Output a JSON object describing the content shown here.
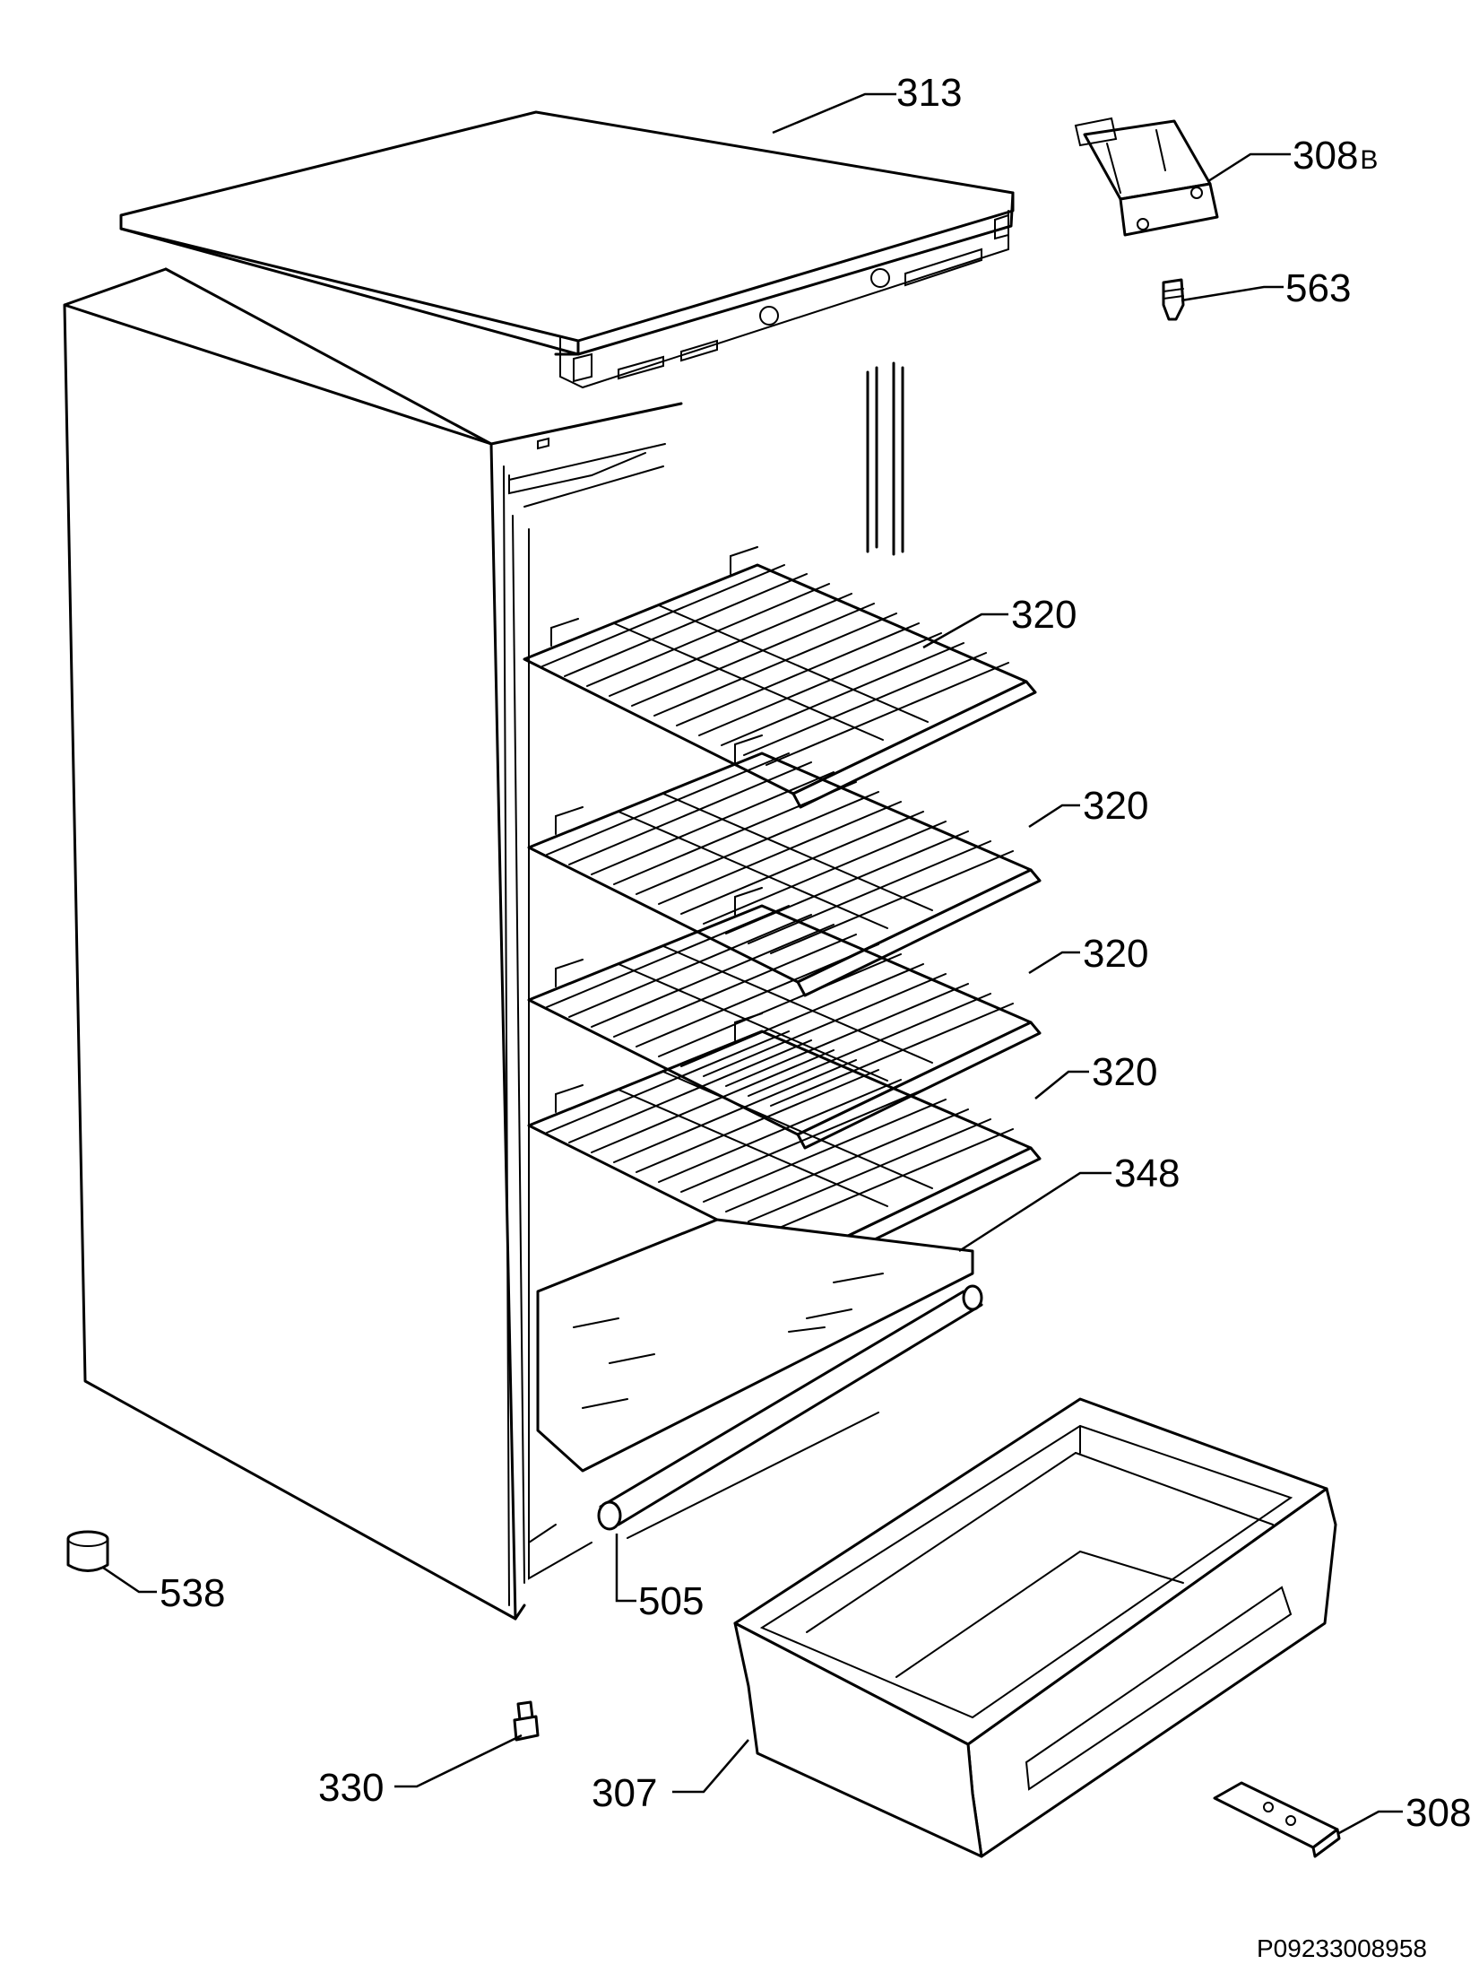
{
  "parts": {
    "top_cover": "313",
    "hinge_top": "308",
    "hinge_top_suffix": "B",
    "screw_top": "563",
    "shelf_1": "320",
    "shelf_2": "320",
    "shelf_3": "320",
    "shelf_4": "320",
    "glass_shelf": "348",
    "shelf_strip": "505",
    "foot": "538",
    "adjustable_foot": "330",
    "crisper_drawer": "307",
    "hinge_bottom": "308"
  },
  "drawing_id": "P09233008958"
}
